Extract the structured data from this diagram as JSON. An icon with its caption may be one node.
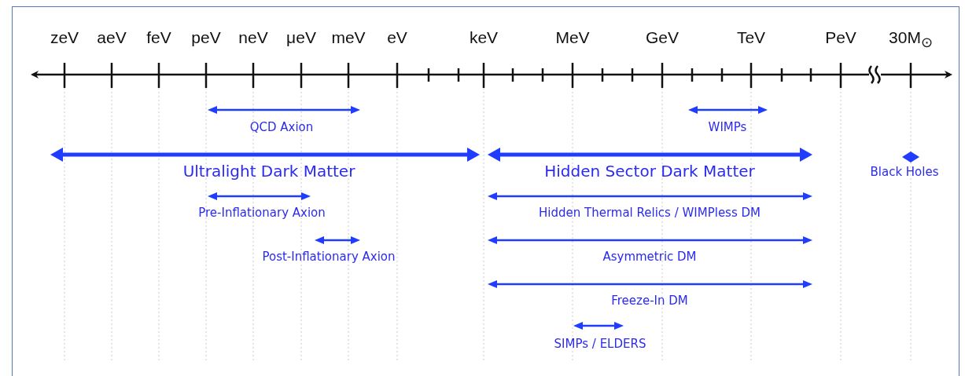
{
  "diagram": {
    "labels": [
      "zeV",
      "aeV",
      "feV",
      "peV",
      "neV",
      "μeV",
      "meV",
      "eV",
      "keV",
      "MeV",
      "GeV",
      "TeV",
      "PeV",
      "30M$_{⊙}$",
      "QCD Axion",
      "WIMPs",
      "Ultralight Dark Matter",
      "Hidden Sector Dark Matter",
      "Black Holes",
      "Pre-Inflationary Axion",
      "Hidden Thermal Relics / WIMPless DM",
      "Post-Inflationary Axion",
      "Asymmetric DM",
      "Freeze-In DM",
      "SIMPs / ELDERS"
    ]
  }
}
